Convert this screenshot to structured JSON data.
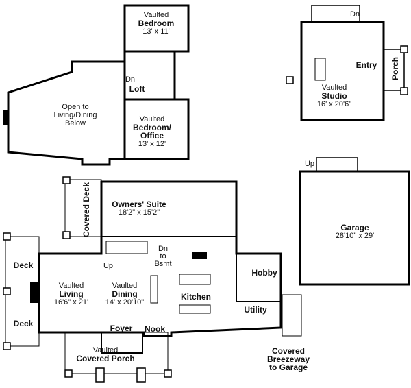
{
  "upper_floor": {
    "bedroom": {
      "prefix": "Vaulted",
      "name": "Bedroom",
      "size": "13' x 11'"
    },
    "open_to_below": [
      "Open to",
      "Living/Dining",
      "Below"
    ],
    "loft": "Loft",
    "dn": "Dn",
    "office": {
      "prefix": "Vaulted",
      "name1": "Bedroom/",
      "name2": "Office",
      "size": "13' x 12'"
    }
  },
  "studio": {
    "dn": "Dn",
    "entry": "Entry",
    "porch": "Porch",
    "prefix": "Vaulted",
    "name": "Studio",
    "size": "16' x 20'6\""
  },
  "garage": {
    "up": "Up",
    "name": "Garage",
    "size": "28'10\" x 29'"
  },
  "main_floor": {
    "covered_deck": "Covered Deck",
    "owners_suite": {
      "name": "Owners' Suite",
      "size": "18'2\" x 15'2\""
    },
    "up": "Up",
    "dn_bsmt": [
      "Dn",
      "to",
      "Bsmt"
    ],
    "deck_top": "Deck",
    "deck_bottom": "Deck",
    "living": {
      "prefix": "Vaulted",
      "name": "Living",
      "size": "16'6\" x 21'"
    },
    "dining": {
      "prefix": "Vaulted",
      "name": "Dining",
      "size": "14' x 20'10\""
    },
    "kitchen": "Kitchen",
    "hobby": "Hobby",
    "utility": "Utility",
    "foyer": "Foyer",
    "nook": "Nook",
    "porch": {
      "prefix": "Vaulted",
      "name": "Covered Porch"
    },
    "breezeway": [
      "Covered",
      "Breezeway",
      "to Garage"
    ]
  }
}
